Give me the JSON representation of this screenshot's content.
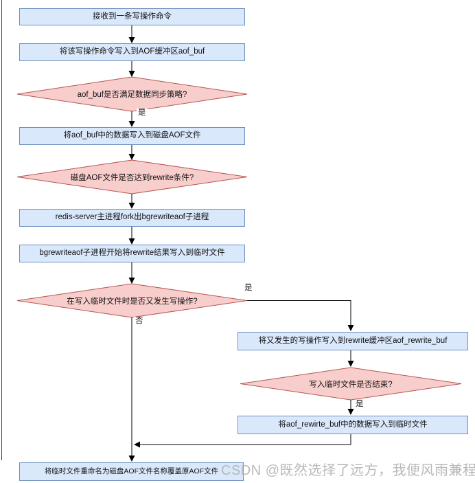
{
  "steps": {
    "receive": "接收到一条写操作命令",
    "append_aof_buf": "将该写操作命令写入到AOF缓冲区aof_buf",
    "sync_policy_check": "aof_buf是否满足数据同步策略?",
    "write_disk": "将aof_buf中的数据写入到磁盘AOF文件",
    "rewrite_check": "磁盘AOF文件是否达到rewrite条件?",
    "fork_child": "redis-server主进程fork出bgrewriteaof子进程",
    "child_rewrite": "bgrewriteaof子进程开始将rewrite结果写入到临时文件",
    "new_writes_check": "在写入临时文件时是否又发生写操作?",
    "append_rewrite_buf": "将又发生的写操作写入到rewrite缓冲区aof_rewrite_buf",
    "tmp_done_check": "写入临时文件是否结束?",
    "flush_rewrite_buf": "将aof_rewirte_buf中的数据写入到临时文件",
    "rename_tmp": "将临时文件重命名为磁盘AOF文件名称覆盖原AOF文件"
  },
  "edge_labels": {
    "yes": "是",
    "no": "否"
  },
  "watermark": {
    "text": "CSDN @既然选择了远方，我便风雨兼程"
  },
  "colors": {
    "process_fill": "#dae8fc",
    "process_stroke": "#6c8ebf",
    "decision_fill": "#f8cecc",
    "decision_stroke": "#b85450",
    "connector": "#000000",
    "watermark": "#b8b8b8"
  }
}
